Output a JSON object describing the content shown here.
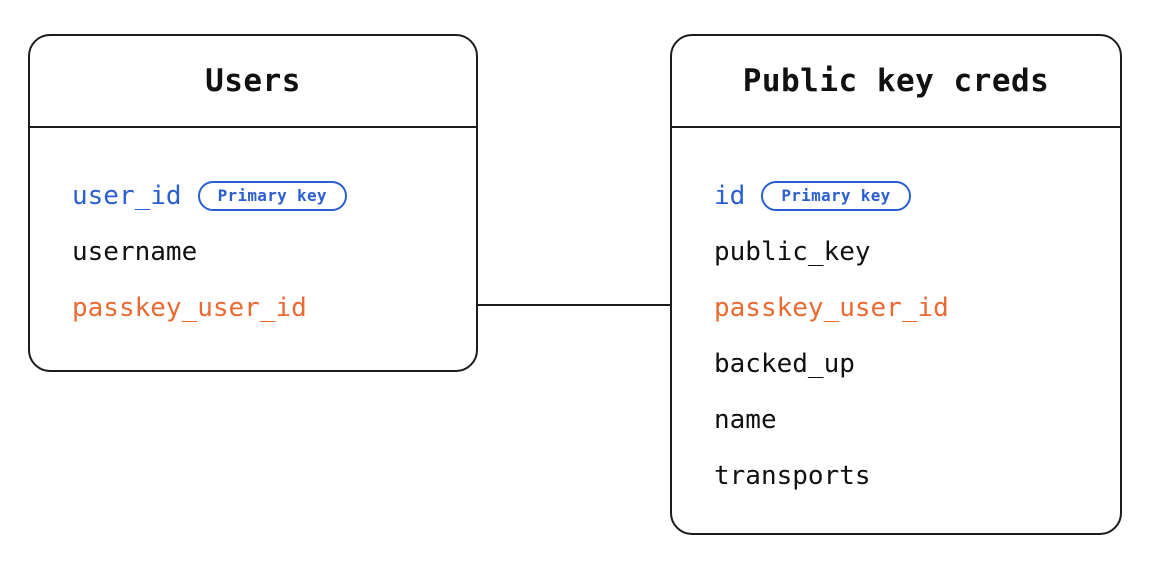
{
  "diagram": {
    "type": "entity-relationship-diagram",
    "background_color": "#ffffff",
    "colors": {
      "primary_key": "#2b5fd0",
      "foreign_key": "#ea6a33",
      "text": "#111111",
      "border": "#1c1c1c"
    }
  },
  "entities": [
    {
      "id": "users",
      "title": "Users",
      "fields": [
        {
          "name": "user_id",
          "role": "primary_key",
          "badge": "Primary key"
        },
        {
          "name": "username",
          "role": "normal",
          "badge": null
        },
        {
          "name": "passkey_user_id",
          "role": "foreign_key",
          "badge": null
        }
      ]
    },
    {
      "id": "public_key_creds",
      "title": "Public key creds",
      "fields": [
        {
          "name": "id",
          "role": "primary_key",
          "badge": "Primary key"
        },
        {
          "name": "public_key",
          "role": "normal",
          "badge": null
        },
        {
          "name": "passkey_user_id",
          "role": "foreign_key",
          "badge": null
        },
        {
          "name": "backed_up",
          "role": "normal",
          "badge": null
        },
        {
          "name": "name",
          "role": "normal",
          "badge": null
        },
        {
          "name": "transports",
          "role": "normal",
          "badge": null
        }
      ]
    }
  ],
  "relationships": [
    {
      "from_entity": "users",
      "from_field": "passkey_user_id",
      "to_entity": "public_key_creds",
      "to_field": "passkey_user_id",
      "style": "plain-line"
    }
  ]
}
